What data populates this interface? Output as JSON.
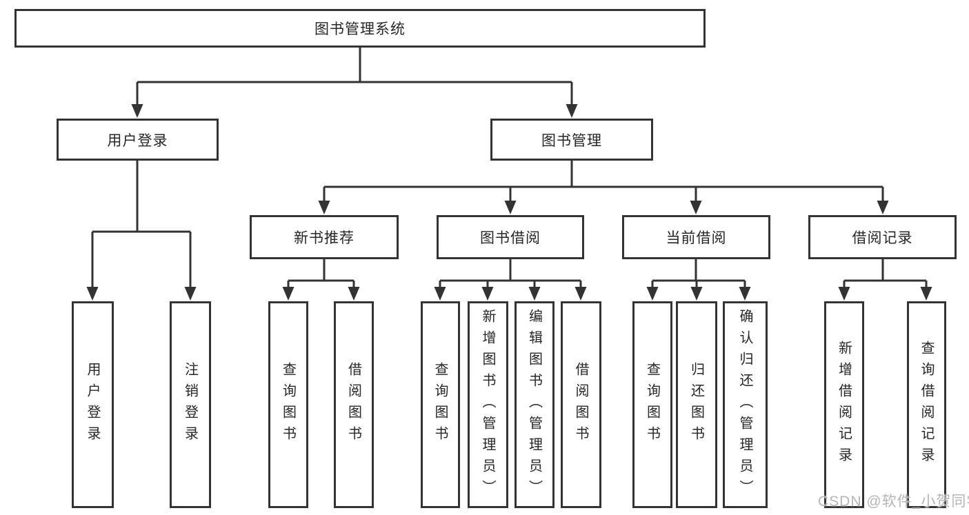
{
  "diagram": {
    "root": "图书管理系统",
    "level2": {
      "user_login": "用户登录",
      "book_management": "图书管理"
    },
    "level3": {
      "new_books": "新书推荐",
      "book_borrow": "图书借阅",
      "current_borrow": "当前借阅",
      "borrow_records": "借阅记录"
    },
    "leaves": {
      "user_login": [
        "用户登录",
        "注销登录"
      ],
      "new_books": [
        "查询图书",
        "借阅图书"
      ],
      "book_borrow": [
        "查询图书",
        "新增图书（管理员）",
        "编辑图书（管理员）",
        "借阅图书"
      ],
      "current_borrow": [
        "查询图书",
        "归还图书",
        "确认归还（管理员）"
      ],
      "borrow_records": [
        "新增借阅记录",
        "查询借阅记录"
      ]
    }
  },
  "watermark": "CSDN @软件_小贺同学",
  "colors": {
    "line": "#333333",
    "text": "#262626",
    "watermark": "#b5b5b5",
    "background": "#ffffff"
  }
}
